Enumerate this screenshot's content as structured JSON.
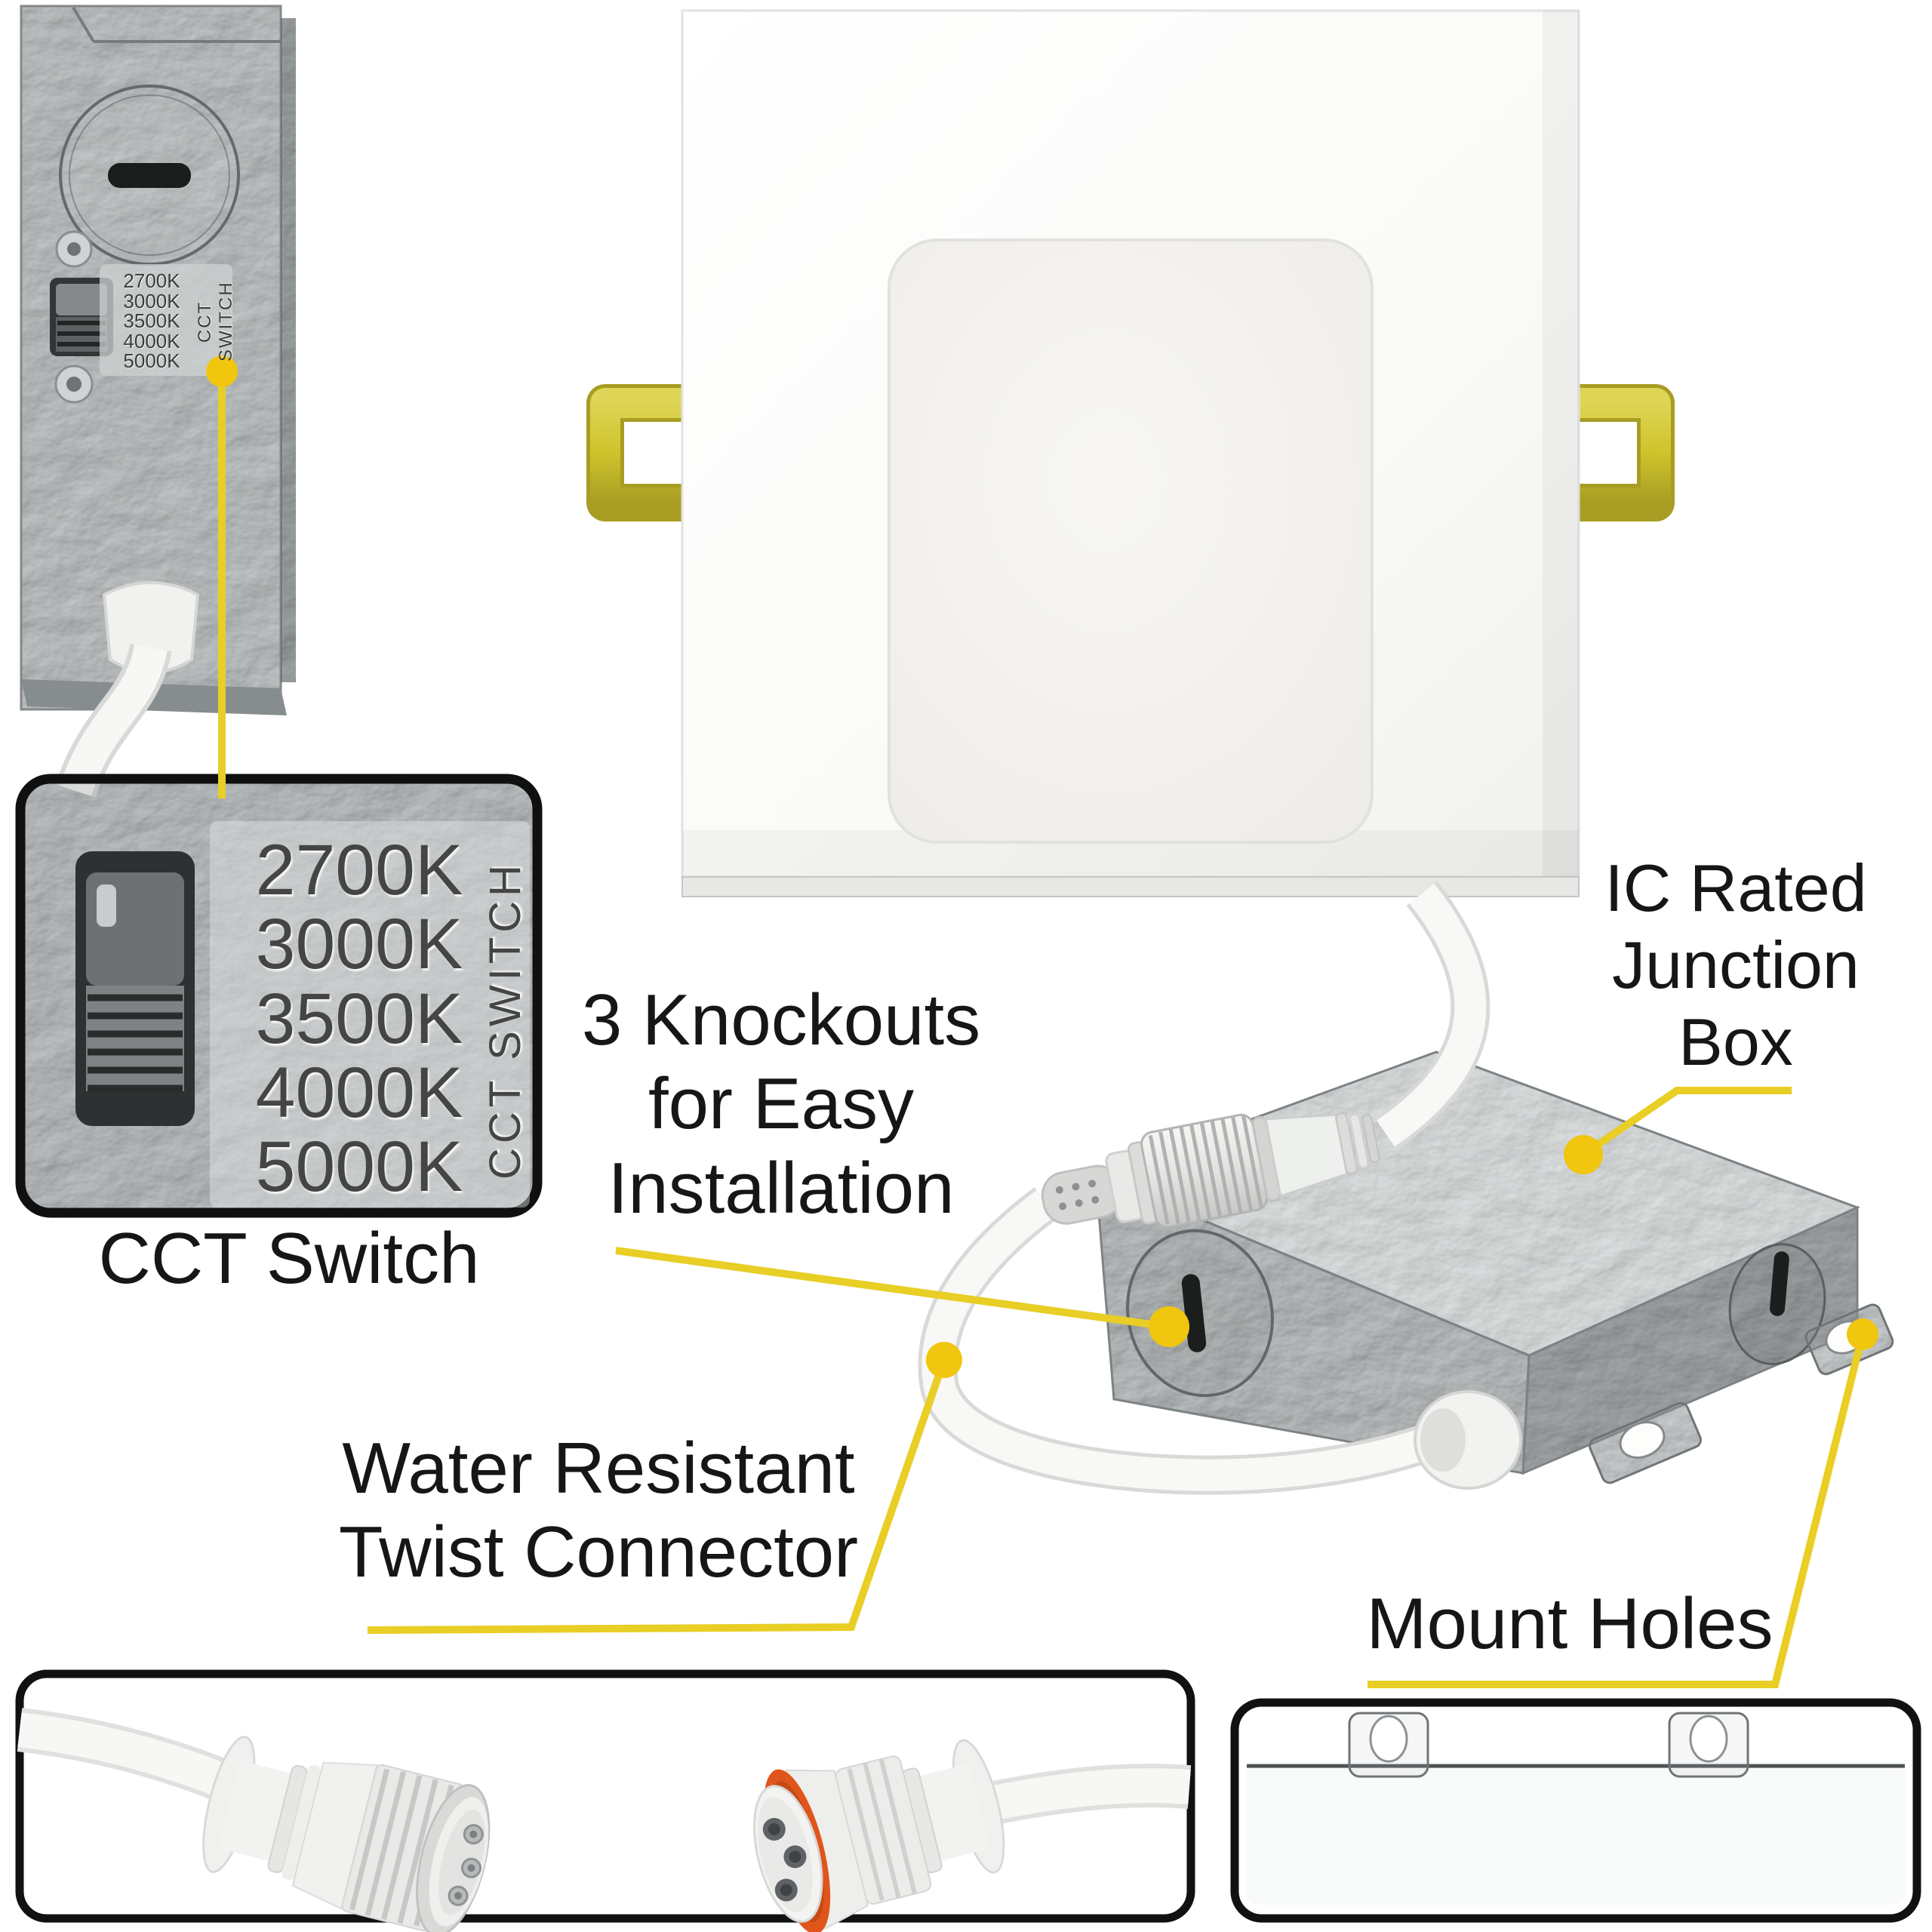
{
  "colors": {
    "callout_yellow": "#e8ce25",
    "dot_yellow": "#f0c60e",
    "clip_yellow": "#d2c733",
    "orange_ring": "#e0551c",
    "text_black": "#161616"
  },
  "cct": {
    "options": [
      "2700K",
      "3000K",
      "3500K",
      "4000K",
      "5000K"
    ],
    "vertical_label": "CCT SWITCH",
    "caption": "CCT Switch"
  },
  "callouts": {
    "knockouts": {
      "lines": [
        "3 Knockouts",
        "for Easy",
        "Installation"
      ]
    },
    "junction_box": {
      "lines": [
        "IC Rated",
        "Junction",
        "Box"
      ]
    },
    "twist_connector": {
      "lines": [
        "Water Resistant",
        "Twist Connector"
      ]
    },
    "mount_holes": {
      "label": "Mount Holes"
    }
  }
}
